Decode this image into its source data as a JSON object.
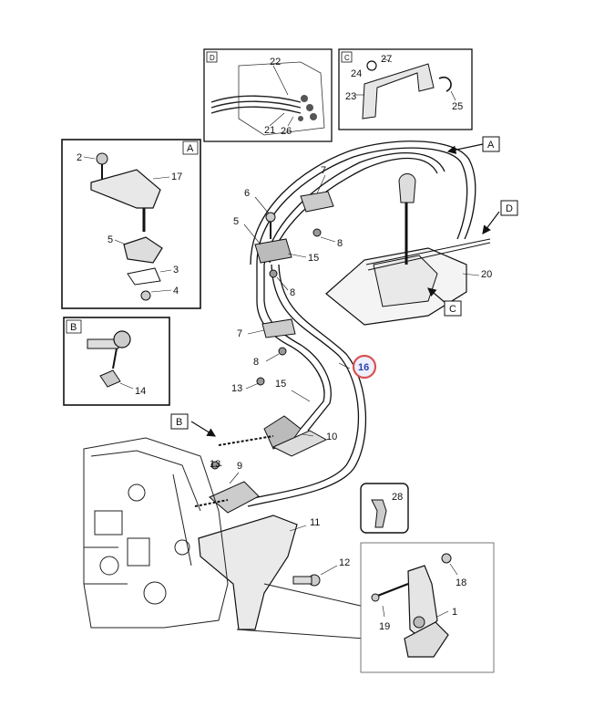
{
  "callouts": {
    "c1": "1",
    "c2": "2",
    "c3": "3",
    "c4": "4",
    "c5a": "5",
    "c5b": "5",
    "c6": "6",
    "c7a": "7",
    "c7b": "7",
    "c8a": "8",
    "c8b": "8",
    "c8c": "8",
    "c9": "9",
    "c10": "10",
    "c11": "11",
    "c12": "12",
    "c13a": "13",
    "c13b": "13",
    "c14": "14",
    "c15a": "15",
    "c15b": "15",
    "c16": "16",
    "c17": "17",
    "c18": "18",
    "c19": "19",
    "c20": "20",
    "c21": "21",
    "c22": "22",
    "c23": "23",
    "c24": "24",
    "c25": "25",
    "c26": "26",
    "c27": "27",
    "c28": "28"
  },
  "detail_tags": {
    "a_box": "A",
    "a_arrow": "A",
    "b_box": "B",
    "b_arrow": "B",
    "c_box": "C",
    "c_arrow": "C",
    "d_box": "D",
    "d_arrow": "D"
  },
  "highlight_color": "#d9534f"
}
